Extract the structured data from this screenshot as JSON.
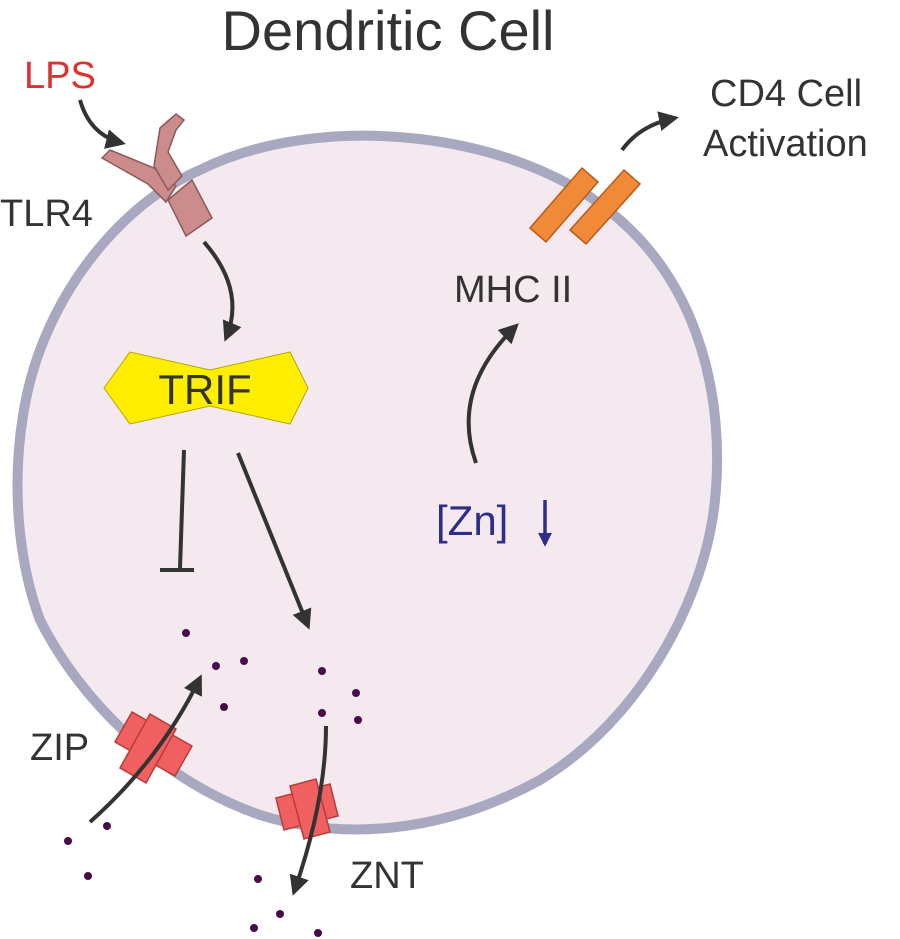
{
  "title": "Dendritic Cell",
  "labels": {
    "lps": "LPS",
    "tlr4": "TLR4",
    "trif": "TRIF",
    "mhc2": "MHC II",
    "cd4_line1": "CD4 Cell",
    "cd4_line2": "Activation",
    "zinc": "[Zn]",
    "zip": "ZIP",
    "znt": "ZNT"
  },
  "colors": {
    "cytoplasm": "#f3e9ef",
    "membrane": "#a8a8c0",
    "lps": "#e03030",
    "tlr4": "#cc8c8c",
    "trif": "#ffee00",
    "mhc2": "#f08a38",
    "transporter": "#f06060",
    "zinc_ion": "#4a0a4a",
    "zinc_text": "#2e2e8a",
    "arrow": "#333333"
  }
}
